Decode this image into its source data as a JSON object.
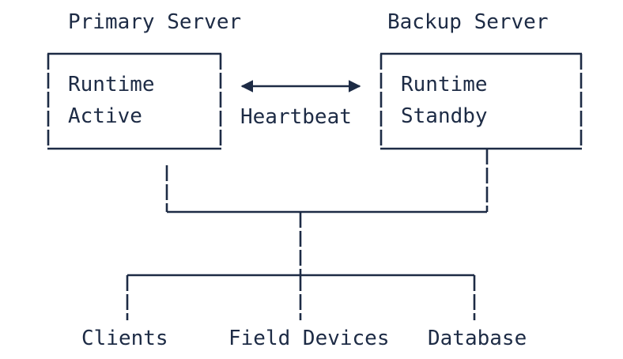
{
  "diagram": {
    "primary": {
      "title": "Primary Server",
      "line1": "Runtime",
      "line2": "Active"
    },
    "backup": {
      "title": "Backup Server",
      "line1": "Runtime",
      "line2": "Standby"
    },
    "link_label": "Heartbeat",
    "targets": {
      "clients": "Clients",
      "field_devices": "Field Devices",
      "database": "Database"
    },
    "colors": {
      "ink": "#1d2b45",
      "background": "#ffffff"
    }
  }
}
